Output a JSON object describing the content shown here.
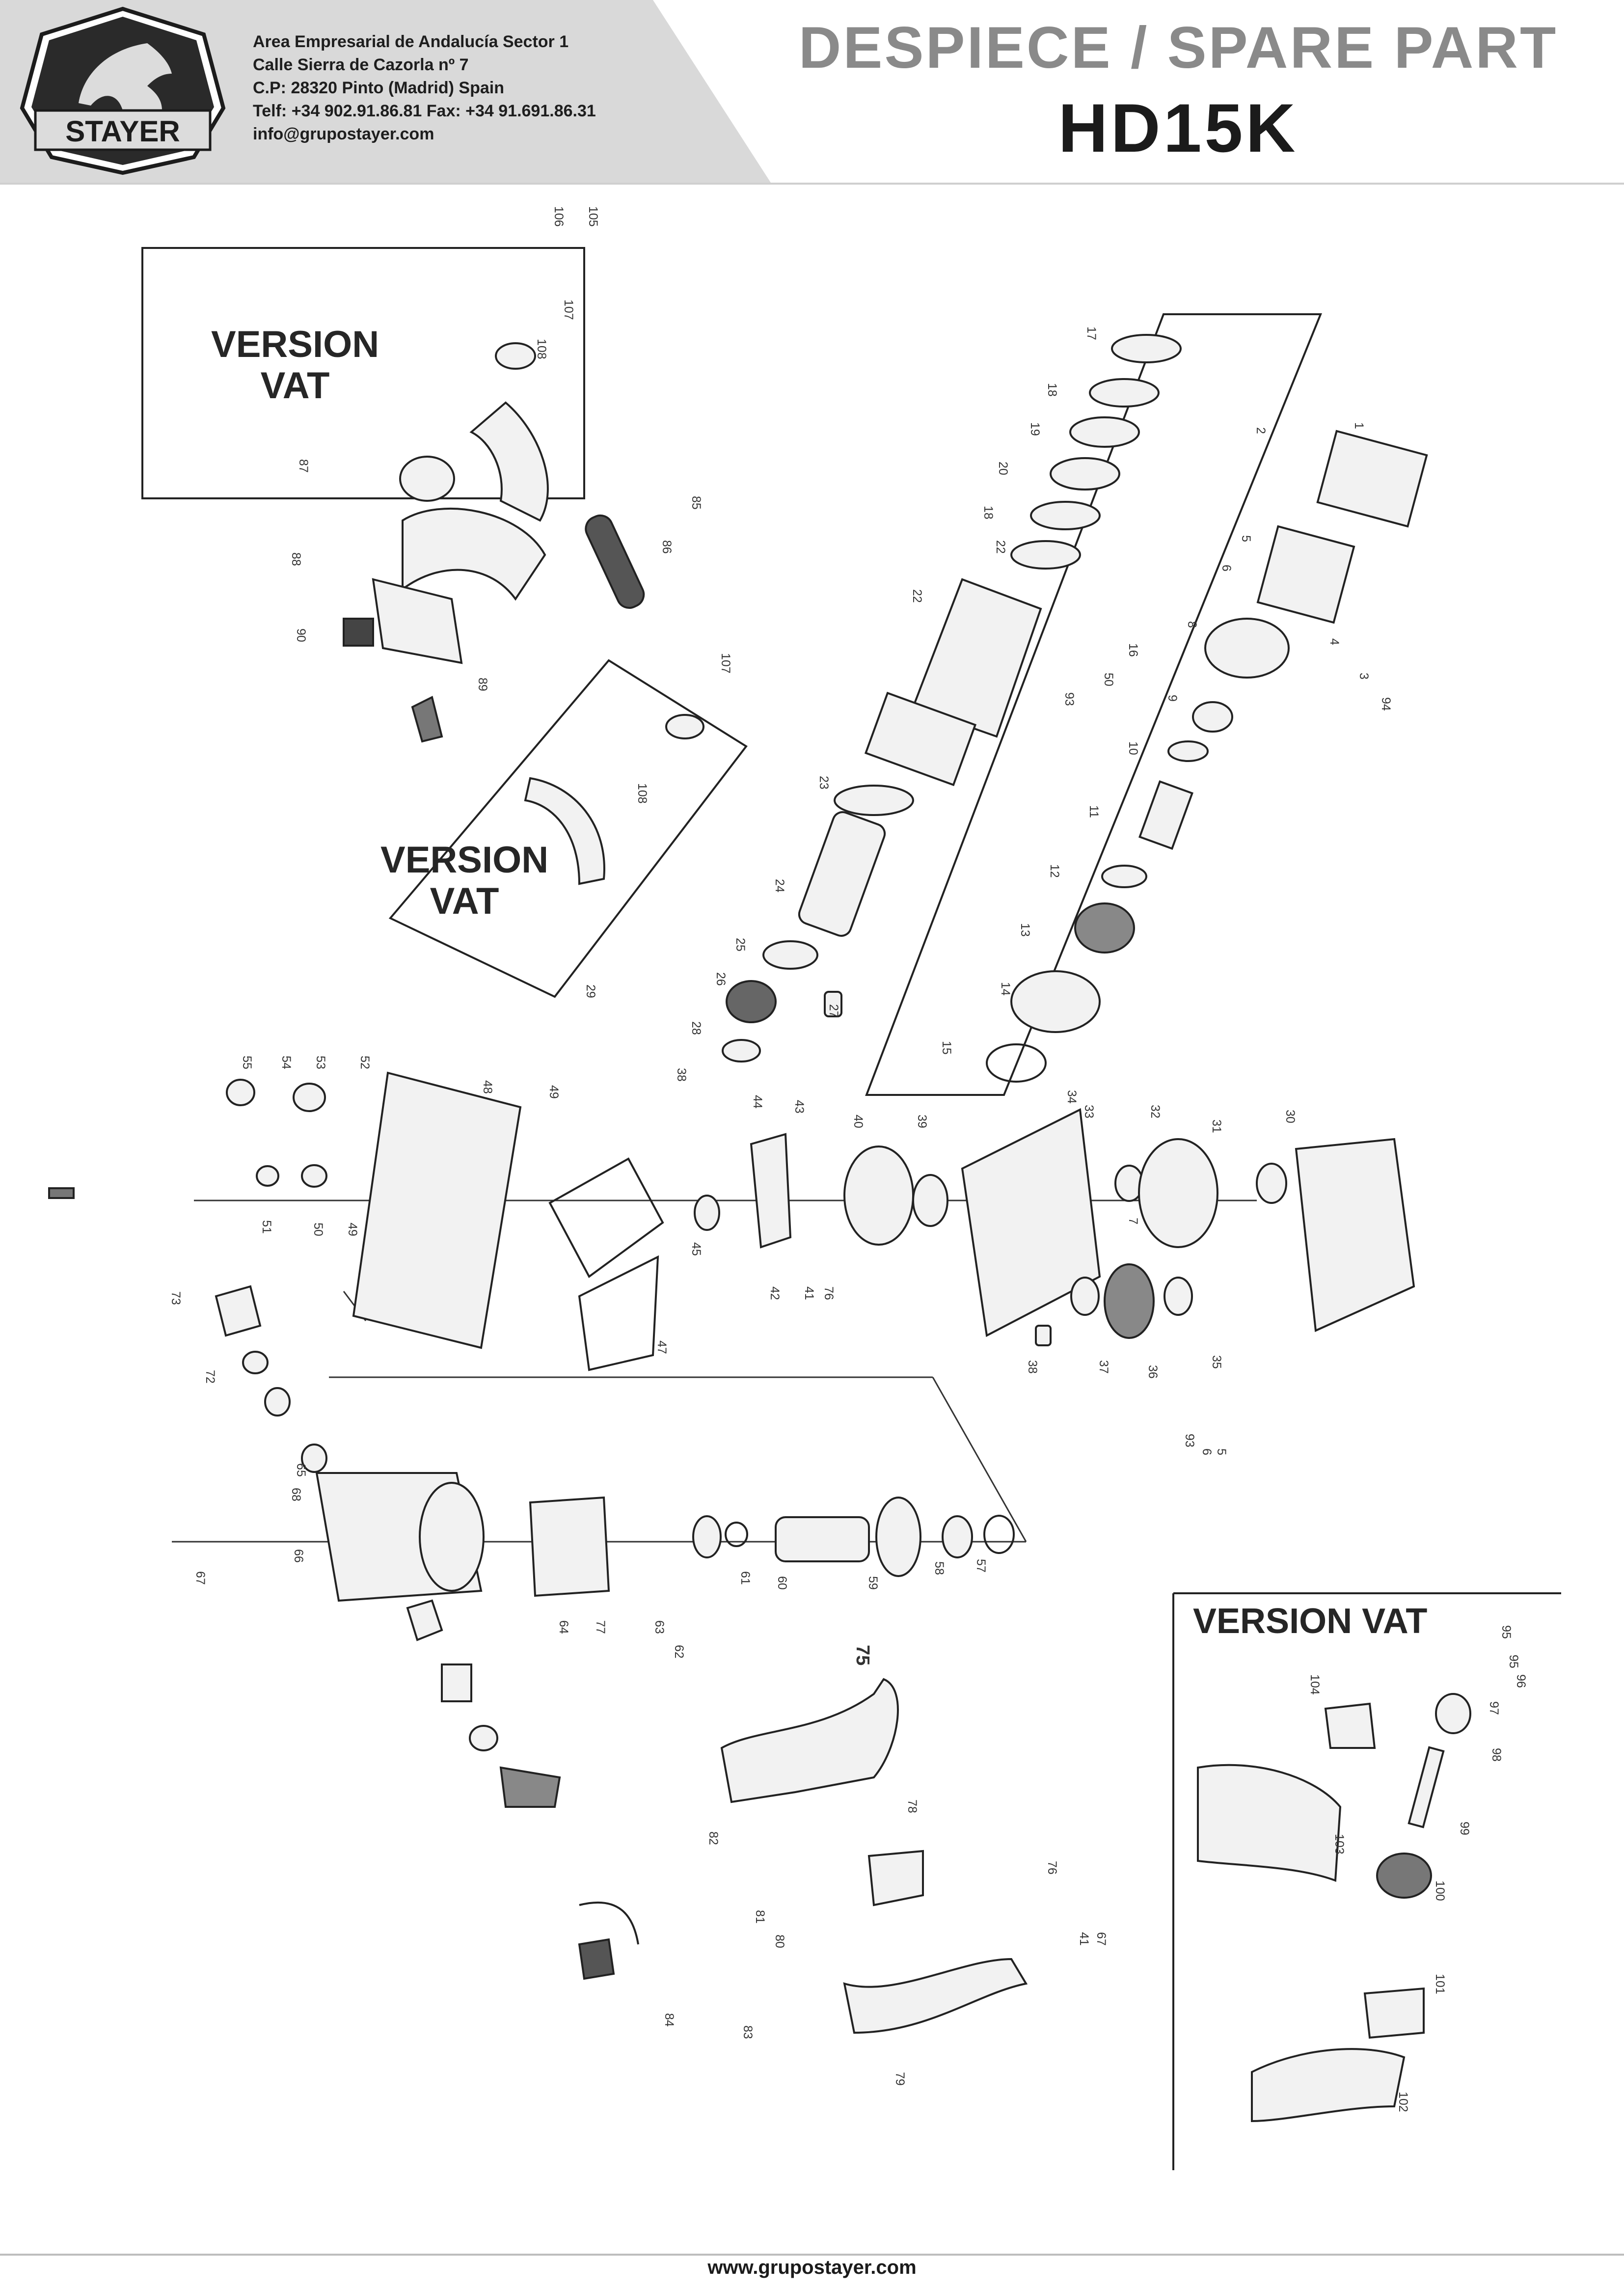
{
  "header": {
    "brand": "STAYER",
    "company_lines": [
      "Area Empresarial de Andalucía Sector 1",
      "Calle Sierra de Cazorla nº 7",
      "C.P: 28320 Pinto (Madrid) Spain",
      "Telf: +34 902.91.86.81 Fax: +34 91.691.86.31",
      "info@grupostayer.com"
    ],
    "title": "DESPIECE / SPARE PART",
    "model": "HD15K"
  },
  "version_labels": {
    "top_left": [
      "VERSION",
      "VAT"
    ],
    "middle": [
      "VERSION",
      "VAT"
    ],
    "bottom_right": "VERSION VAT"
  },
  "part_numbers": [
    "1",
    "2",
    "3",
    "4",
    "5",
    "6",
    "7",
    "8",
    "9",
    "10",
    "11",
    "12",
    "13",
    "14",
    "15",
    "16",
    "17",
    "18",
    "19",
    "20",
    "22",
    "23",
    "24",
    "25",
    "26",
    "27",
    "28",
    "29",
    "30",
    "31",
    "32",
    "33",
    "34",
    "35",
    "36",
    "37",
    "38",
    "39",
    "40",
    "41",
    "42",
    "43",
    "44",
    "45",
    "47",
    "48",
    "49",
    "50",
    "51",
    "52",
    "53",
    "54",
    "55",
    "57",
    "58",
    "59",
    "60",
    "61",
    "62",
    "63",
    "64",
    "65",
    "66",
    "67",
    "68",
    "72",
    "73",
    "75",
    "76",
    "77",
    "78",
    "79",
    "80",
    "81",
    "82",
    "83",
    "84",
    "85",
    "86",
    "87",
    "88",
    "89",
    "90",
    "93",
    "94",
    "95",
    "96",
    "97",
    "98",
    "99",
    "100",
    "101",
    "102",
    "103",
    "104",
    "105",
    "106",
    "107",
    "108"
  ],
  "footer": {
    "url": "www.grupostayer.com"
  }
}
